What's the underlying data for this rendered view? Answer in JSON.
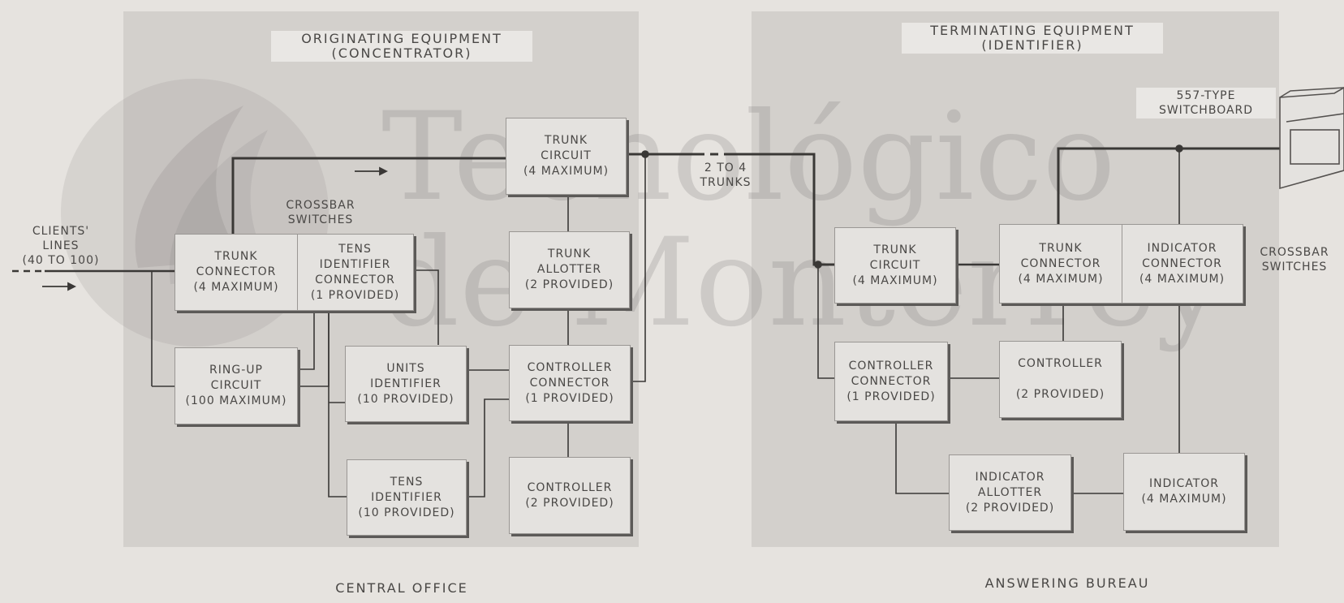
{
  "left_section": {
    "title": "ORIGINATING EQUIPMENT\n(CONCENTRATOR)",
    "footer": "CENTRAL OFFICE",
    "crossbar_label": "CROSSBAR\nSWITCHES",
    "clients_lines": "CLIENTS'\nLINES\n(40 TO 100)",
    "trunk_connector": "TRUNK\nCONNECTOR\n(4 MAXIMUM)",
    "tens_identifier_connector": "TENS\nIDENTIFIER\nCONNECTOR\n(1 PROVIDED)",
    "trunk_circuit": "TRUNK\nCIRCUIT\n(4 MAXIMUM)",
    "trunk_allotter": "TRUNK\nALLOTTER\n(2 PROVIDED)",
    "ring_up_circuit": "RING-UP\nCIRCUIT\n(100 MAXIMUM)",
    "units_identifier": "UNITS\nIDENTIFIER\n(10 PROVIDED)",
    "controller_connector": "CONTROLLER\nCONNECTOR\n(1 PROVIDED)",
    "tens_identifier": "TENS\nIDENTIFIER\n(10 PROVIDED)",
    "controller": "CONTROLLER\n(2 PROVIDED)"
  },
  "trunks_label": "2 TO 4\nTRUNKS",
  "right_section": {
    "title": "TERMINATING EQUIPMENT\n(IDENTIFIER)",
    "footer": "ANSWERING BUREAU",
    "switchboard_label": "557-TYPE\nSWITCHBOARD",
    "crossbar_label": "CROSSBAR\nSWITCHES",
    "trunk_circuit": "TRUNK\nCIRCUIT\n(4 MAXIMUM)",
    "trunk_connector": "TRUNK\nCONNECTOR\n(4 MAXIMUM)",
    "indicator_connector": "INDICATOR\nCONNECTOR\n(4 MAXIMUM)",
    "controller_connector": "CONTROLLER\nCONNECTOR\n(1 PROVIDED)",
    "controller": "CONTROLLER\n\n(2 PROVIDED)",
    "indicator_allotter": "INDICATOR\nALLOTTER\n(2 PROVIDED)",
    "indicator": "INDICATOR\n(4 MAXIMUM)"
  },
  "watermark": "Tecnológico\nde Monterrey"
}
